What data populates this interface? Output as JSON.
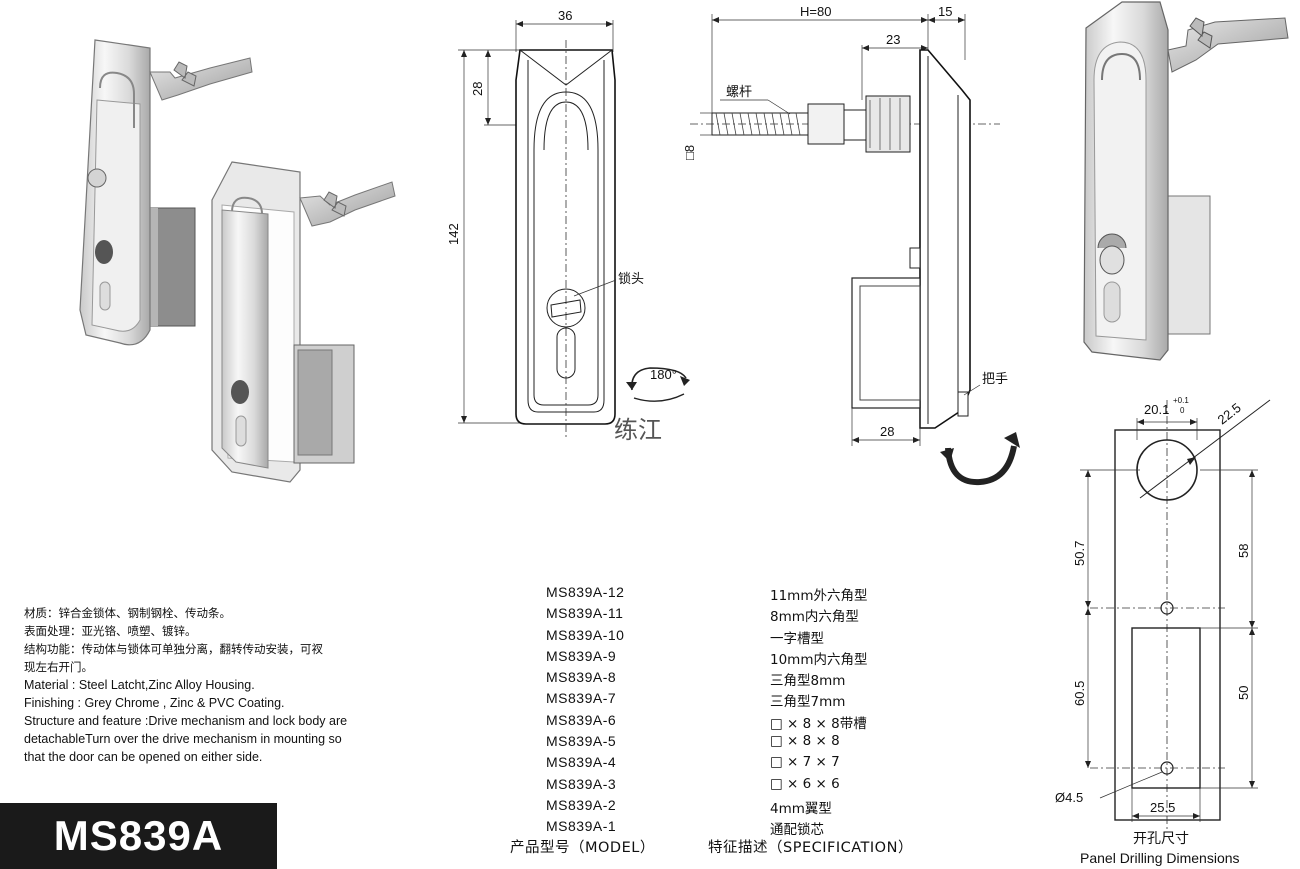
{
  "badge": "MS839A",
  "description": {
    "material_cn": "材质：锌合金锁体、钢制钢栓、传动条。",
    "finish_cn": "表面处理：亚光铬、喷塑、镀锌。",
    "structure_cn_1": "结构功能：传动体与锁体可单独分离，翻转传动安装，可衩",
    "structure_cn_2": "现左右开门。",
    "material_en": "Material : Steel Latcht,Zinc Alloy Housing.",
    "finish_en": "Finishing :   Grey Chrome , Zinc & PVC Coating.",
    "structure_en_1": "Structure and feature :Drive mechanism and lock body are",
    "structure_en_2": "detachableTurn over the drive mechanism in mounting so",
    "structure_en_3": "that the door can be opened on either side."
  },
  "models": [
    {
      "model": "MS839A-12",
      "spec": "11mm外六角型"
    },
    {
      "model": "MS839A-11",
      "spec": "8mm内六角型"
    },
    {
      "model": "MS839A-10",
      "spec": "一字槽型"
    },
    {
      "model": "MS839A-9",
      "spec": "10mm内六角型"
    },
    {
      "model": "MS839A-8",
      "spec": "三角型8mm"
    },
    {
      "model": "MS839A-7",
      "spec": "三角型7mm"
    },
    {
      "model": "MS839A-6",
      "spec": "□ × 8 × 8带槽"
    },
    {
      "model": "MS839A-5",
      "spec": "□ × 8 × 8"
    },
    {
      "model": "MS839A-4",
      "spec": "□ × 7 × 7"
    },
    {
      "model": "MS839A-3",
      "spec": "□ × 6 × 6"
    },
    {
      "model": "MS839A-2",
      "spec": "4mm翼型"
    },
    {
      "model": "MS839A-1",
      "spec": "通配锁芯"
    }
  ],
  "table_headers": {
    "model": "产品型号（MODEL）",
    "spec": "特征描述（SPECIFICATION）"
  },
  "front_view": {
    "width": "36",
    "top": "28",
    "height": "142",
    "lock_label": "锁头",
    "rotation": "180°",
    "watermark": "练江"
  },
  "side_view": {
    "h": "H=80",
    "offset": "15",
    "inner": "23",
    "screw_label": "螺杆",
    "square": "□8",
    "handle_label": "把手",
    "bottom": "28"
  },
  "panel": {
    "hole_w": "20.1",
    "tol_up": "+0.1",
    "tol_low": "0",
    "diag": "22.5",
    "d1": "50.7",
    "d2": "58",
    "d3": "60.5",
    "d4": "50",
    "small_hole": "Ø4.5",
    "slot_w": "25.5",
    "title_cn": "开孔尺寸",
    "title_en": "Panel Drilling Dimensions"
  },
  "colors": {
    "badge_bg": "#1a1a1a",
    "badge_text": "#ffffff"
  }
}
